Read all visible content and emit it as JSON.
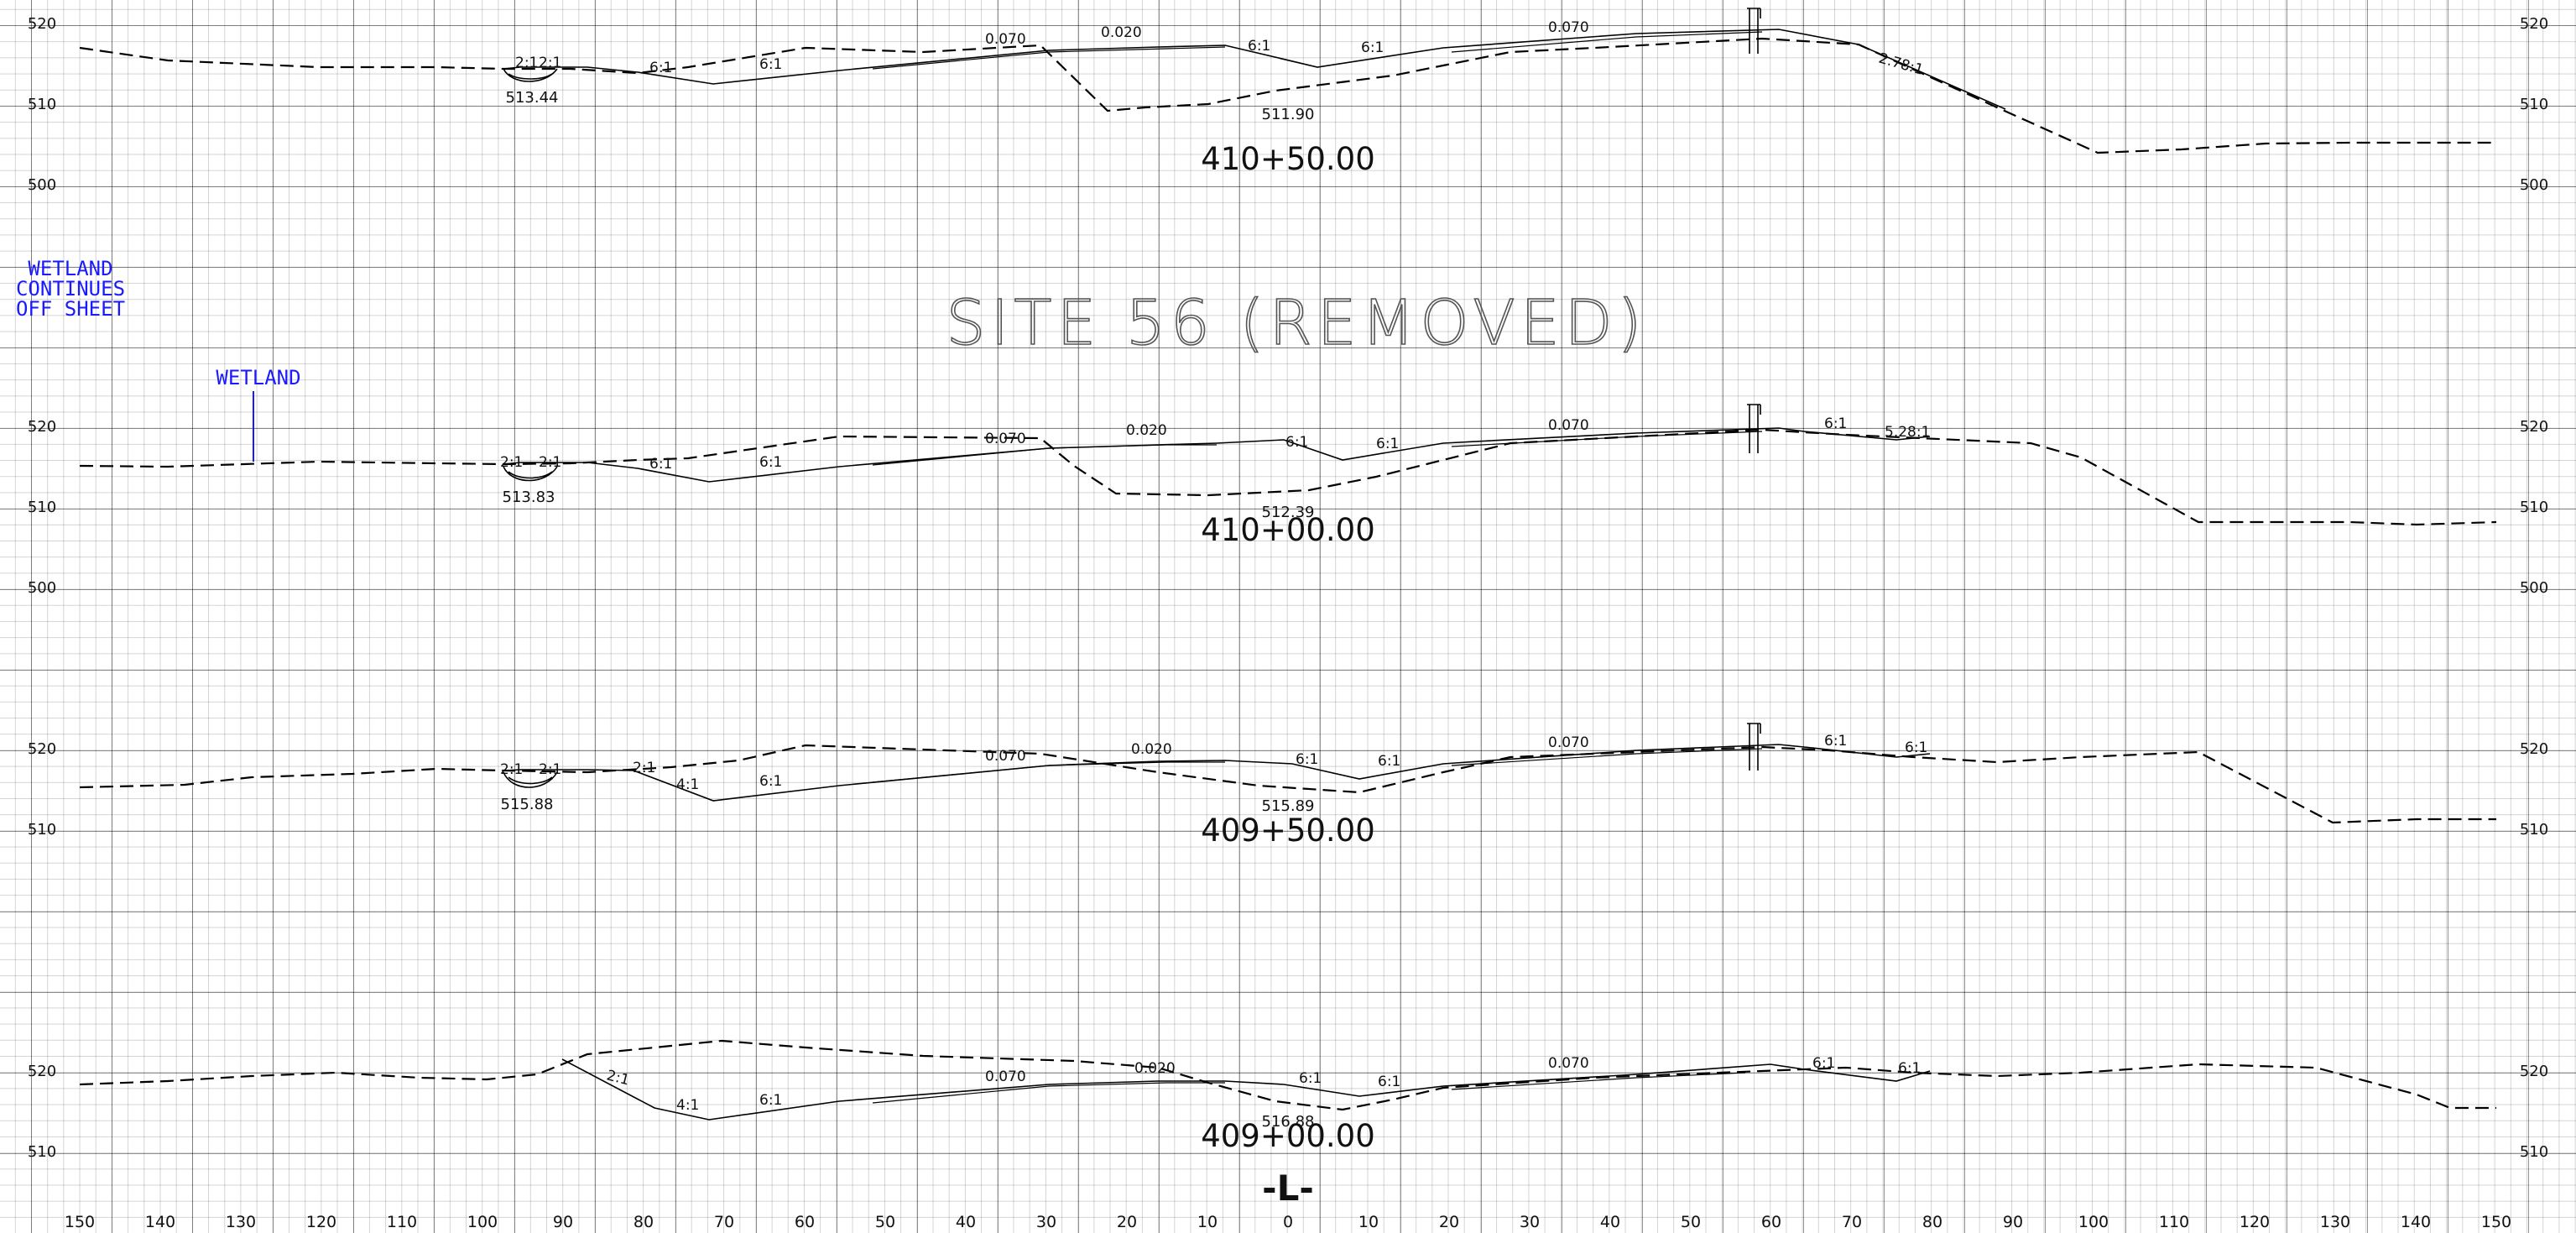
{
  "sheet": {
    "title": "SITE 56 (REMOVED)",
    "centerline_label": "-L-",
    "wetland_note": [
      "WETLAND",
      "CONTINUES",
      "OFF SHEET"
    ],
    "wetland_label": "WETLAND",
    "offset_ticks": [
      "150",
      "140",
      "130",
      "120",
      "110",
      "100",
      "90",
      "80",
      "70",
      "60",
      "50",
      "40",
      "30",
      "20",
      "10",
      "0",
      "10",
      "20",
      "30",
      "40",
      "50",
      "60",
      "70",
      "80",
      "90",
      "100",
      "110",
      "120",
      "130",
      "140",
      "150"
    ]
  },
  "sections": [
    {
      "station": "410+50.00",
      "elevation_labels": [
        "520",
        "510",
        "500"
      ],
      "ditch_elevation": "513.44",
      "low_elevation": "511.90",
      "grades": [
        "0.070",
        "0.020",
        "0.070"
      ],
      "slope_labels": [
        "2:1",
        "2:1",
        "6:1",
        "6:1",
        "6:1",
        "6:1",
        "2.78:1"
      ]
    },
    {
      "station": "410+00.00",
      "elevation_labels": [
        "520",
        "510",
        "500"
      ],
      "ditch_elevation": "513.83",
      "low_elevation": "512.39",
      "grades": [
        "0.070",
        "0.020",
        "0.070"
      ],
      "slope_labels": [
        "2:1",
        "2:1",
        "6:1",
        "6:1",
        "6:1",
        "6:1",
        "6:1",
        "5.28:1"
      ]
    },
    {
      "station": "409+50.00",
      "elevation_labels": [
        "520",
        "510"
      ],
      "ditch_elevation": "515.88",
      "low_elevation": "515.89",
      "grades": [
        "0.070",
        "0.020",
        "0.070"
      ],
      "slope_labels": [
        "2:1",
        "2:1",
        "2:1",
        "4:1",
        "6:1",
        "6:1",
        "6:1",
        "6:1",
        "6:1"
      ]
    },
    {
      "station": "409+00.00",
      "elevation_labels": [
        "520",
        "510"
      ],
      "low_elevation": "516.88",
      "grades": [
        "0.070",
        "0.020",
        "0.070"
      ],
      "slope_labels": [
        "2:1",
        "4:1",
        "6:1",
        "6:1",
        "6:1",
        "6:1",
        "6:1"
      ]
    }
  ]
}
